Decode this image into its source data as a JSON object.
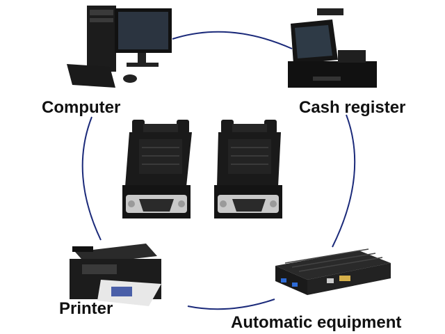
{
  "labels": {
    "computer": "Computer",
    "cash_register": "Cash register",
    "printer": "Printer",
    "automatic_equipment": "Automatic equipment"
  },
  "colors": {
    "circle": "#1b2a7a",
    "connector_body": "#1a1a1a",
    "metal": "#c9c9c9"
  }
}
